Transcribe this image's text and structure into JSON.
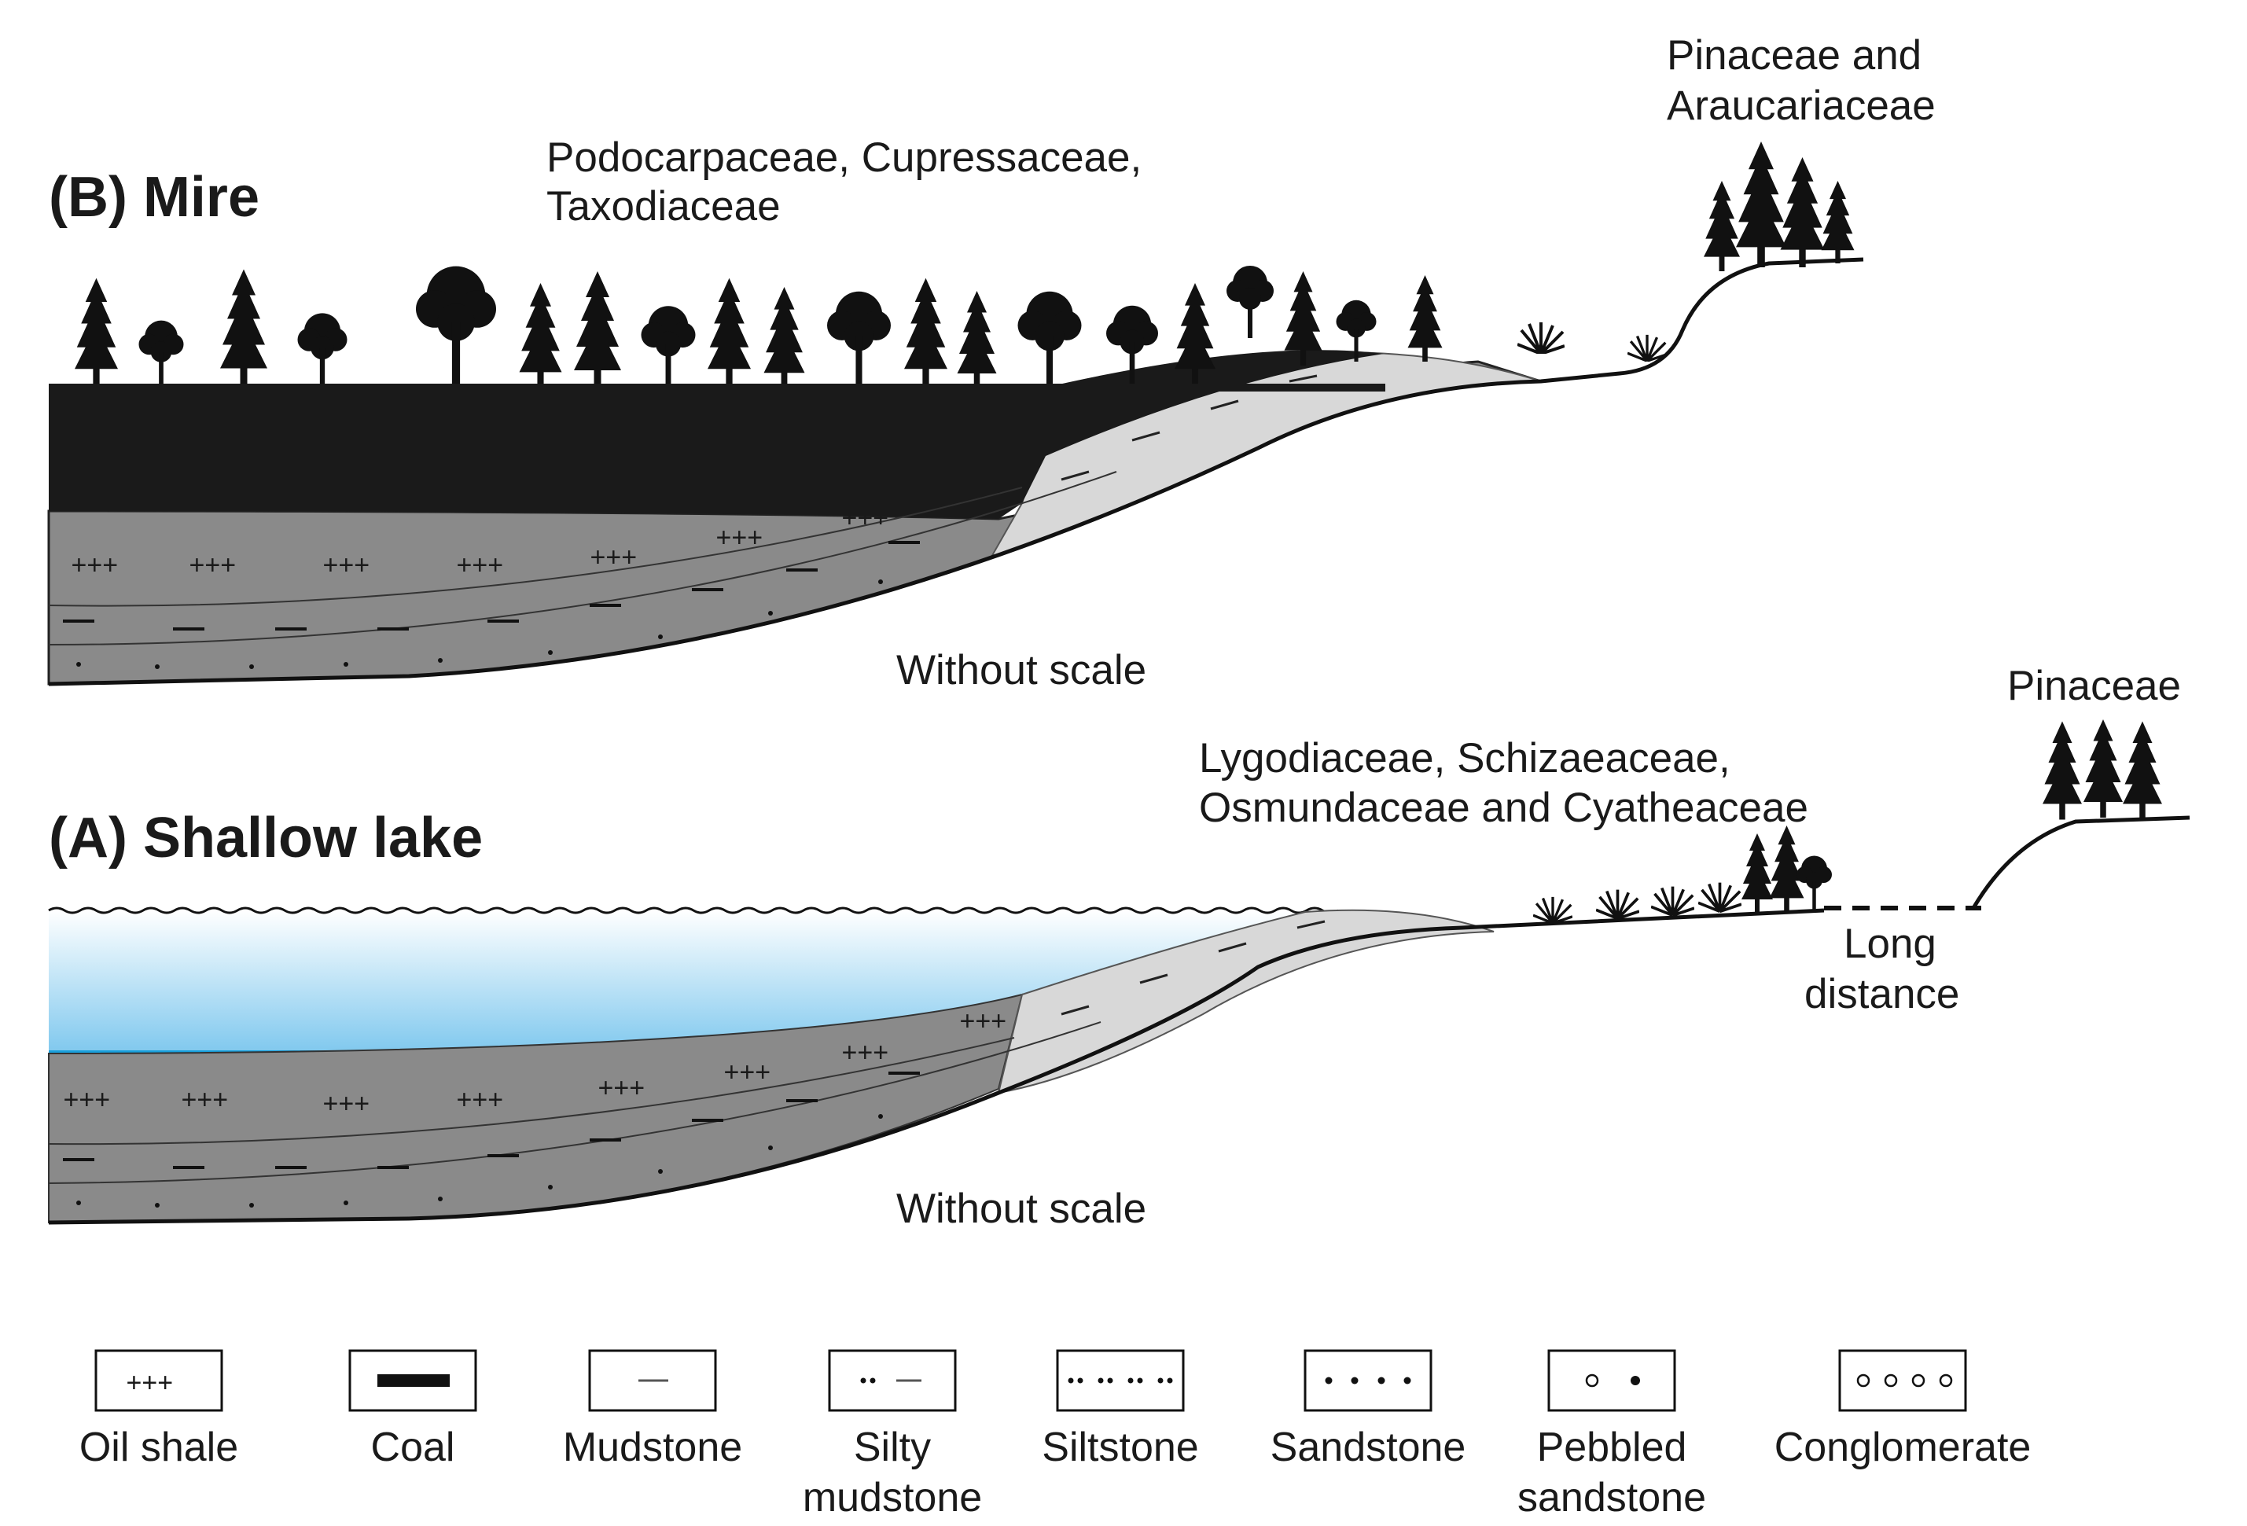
{
  "panel_b": {
    "title": "(B) Mire",
    "label_lowland_trees_1": "Podocarpaceae, Cupressaceae,",
    "label_lowland_trees_2": "Taxodiaceae",
    "label_upland_trees_1": "Pinaceae and",
    "label_upland_trees_2": "Araucariaceae",
    "scale_note": "Without scale"
  },
  "panel_a": {
    "title": "(A) Shallow lake",
    "label_ferns_1": "Lygodiaceae, Schizaeaceae,",
    "label_ferns_2": "Osmundaceae and Cyatheaceae",
    "label_upland": "Pinaceae",
    "long_distance_1": "Long",
    "long_distance_2": "distance",
    "scale_note": "Without scale"
  },
  "legend": {
    "oil_shale": "Oil shale",
    "coal": "Coal",
    "mudstone": "Mudstone",
    "silty_mudstone_1": "Silty",
    "silty_mudstone_2": "mudstone",
    "siltstone": "Siltstone",
    "sandstone": "Sandstone",
    "pebbled_sandstone_1": "Pebbled",
    "pebbled_sandstone_2": "sandstone",
    "conglomerate": "Conglomerate"
  },
  "colors": {
    "coal": "#1a1a1a",
    "oil_shale_mudstone": "#8a8a8a",
    "sand_wedge": "#d8d8d8",
    "water_top": "#ffffff",
    "water_bottom": "#7fc8ee",
    "water_line": "#1aa0dc"
  }
}
